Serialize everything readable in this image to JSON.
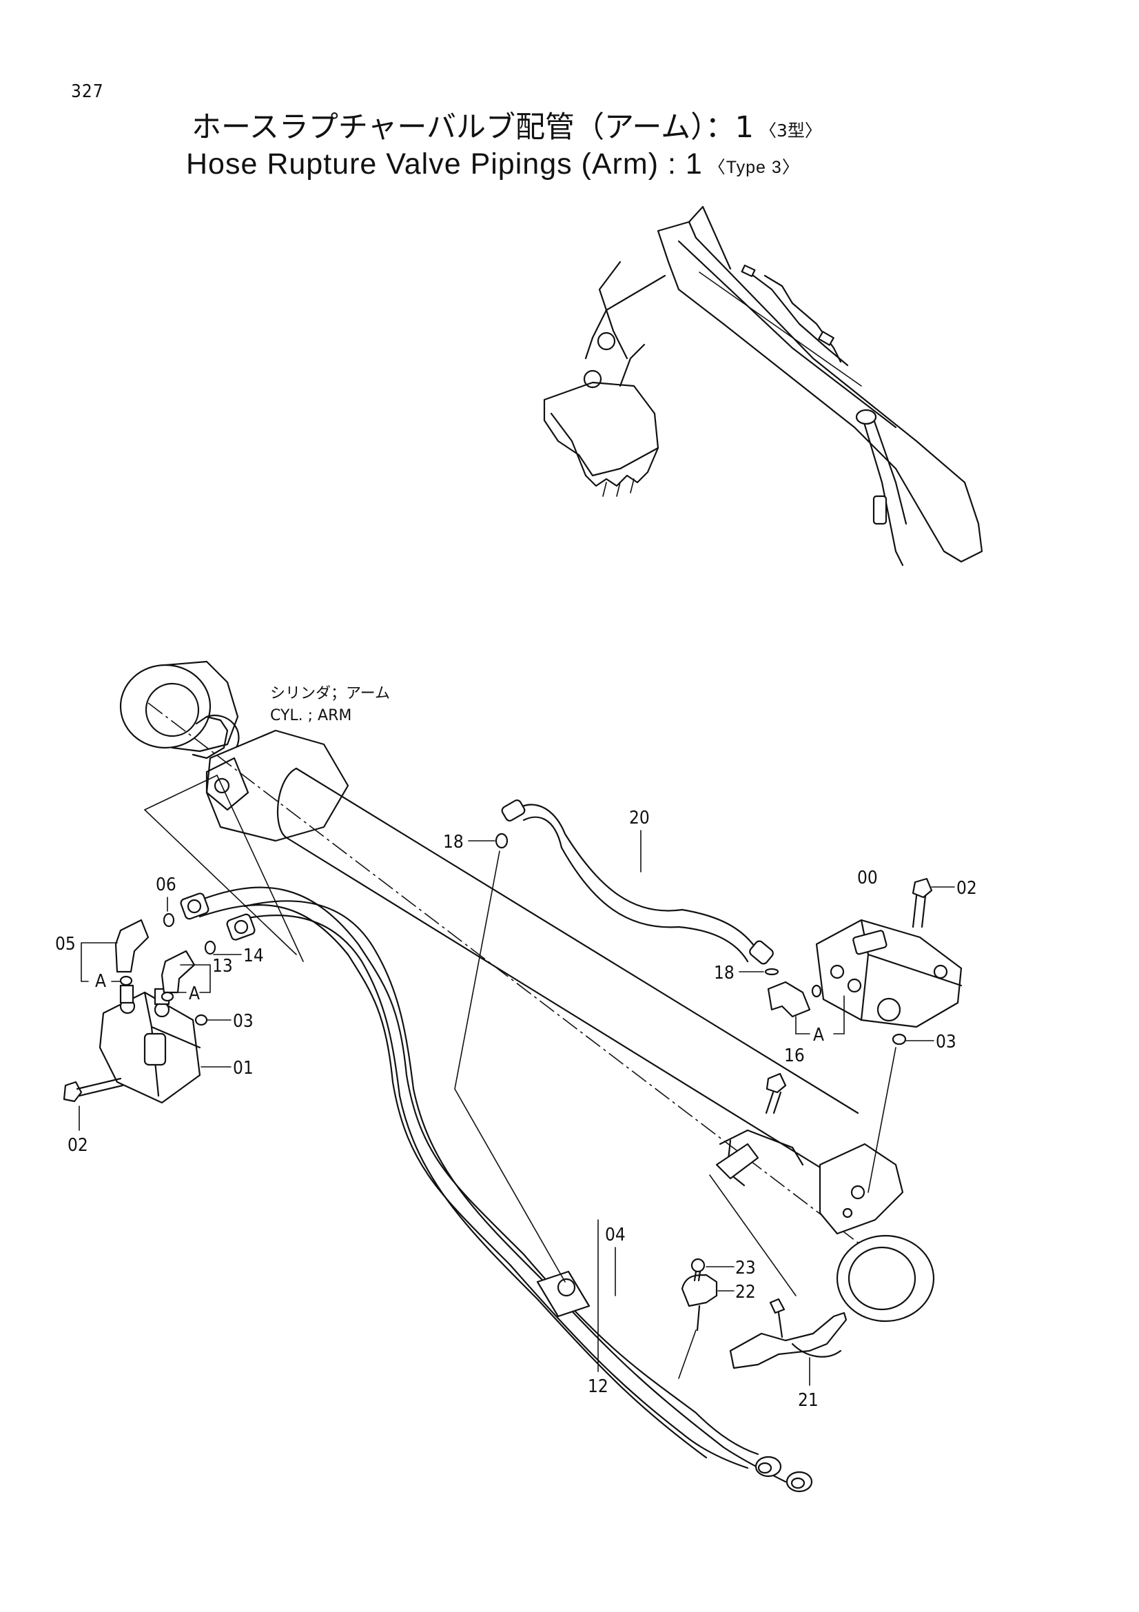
{
  "page_number": "327",
  "title": {
    "jp": "ホースラプチャーバルブ配管（アーム）：1",
    "jp_suffix": "〈3型〉",
    "en": "Hose Rupture Valve Pipings (Arm) : 1",
    "en_suffix": "〈Type  3〉"
  },
  "cylinder_note": {
    "jp": "シリンダ；アーム",
    "en": "CYL. ; ARM"
  },
  "part_labels": {
    "p00": "00",
    "p01": "01",
    "p02_left": "02",
    "p02_right": "02",
    "p03_left": "03",
    "p03_right": "03",
    "p04": "04",
    "p05": "05",
    "p06": "06",
    "p12": "12",
    "p13": "13",
    "p14": "14",
    "p16": "16",
    "p18_top": "18",
    "p18_mid": "18",
    "p20": "20",
    "p21": "21",
    "p22": "22",
    "p23": "23",
    "a1": "A",
    "a2": "A",
    "a3": "A"
  }
}
